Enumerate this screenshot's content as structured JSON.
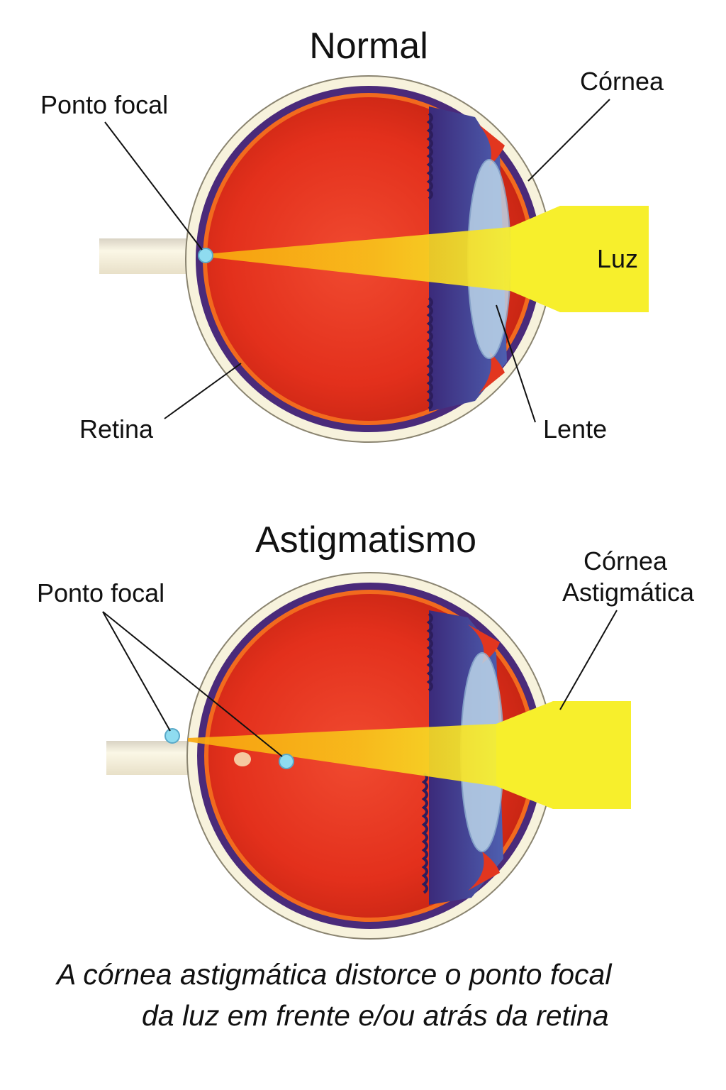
{
  "normal": {
    "title": "Normal",
    "labels": {
      "focal_point": "Ponto focal",
      "cornea": "Córnea",
      "light": "Luz",
      "retina": "Retina",
      "lens": "Lente"
    }
  },
  "astigmatism": {
    "title": "Astigmatismo",
    "labels": {
      "focal_point": "Ponto focal",
      "cornea_line1": "Córnea",
      "cornea_line2": "Astigmática"
    }
  },
  "caption": {
    "line1": "A córnea astigmática distorce o ponto focal",
    "line2": "da luz em frente e/ou atrás da retina"
  },
  "colors": {
    "eye_interior": "#e8321f",
    "choroid": "#4a2a7a",
    "sclera": "#f7f2dc",
    "light_beam": "#f7e52a",
    "focal_dot": "#8fdcf0"
  }
}
